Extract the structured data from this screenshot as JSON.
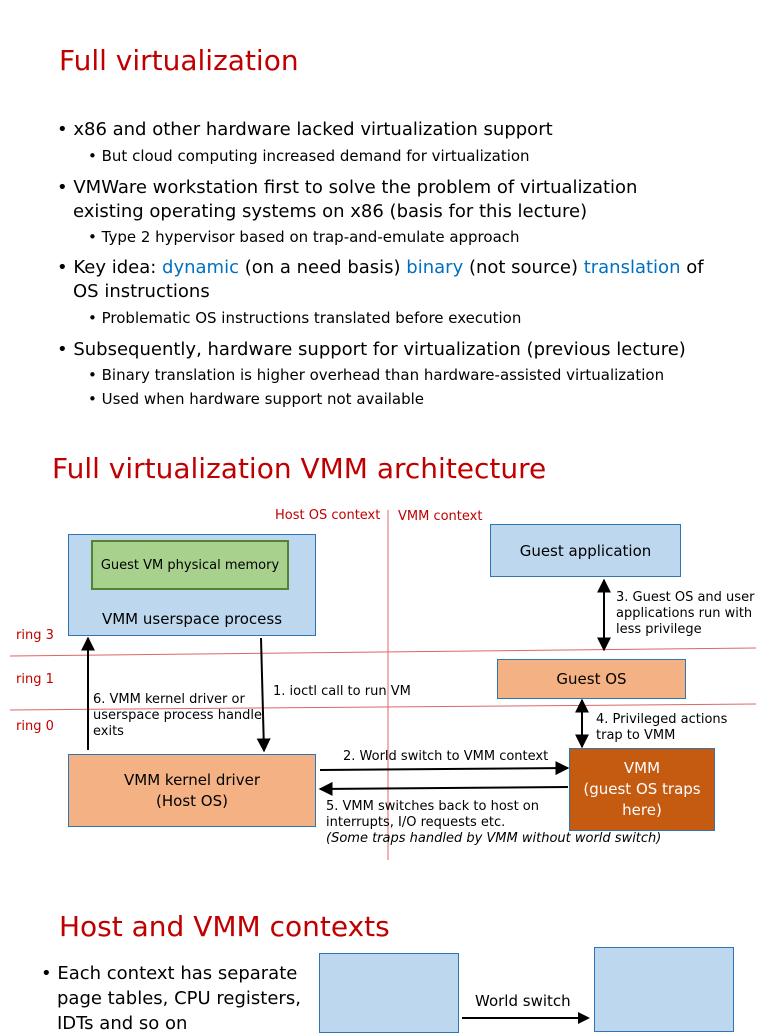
{
  "slide1": {
    "title": "Full virtualization",
    "bullets": [
      {
        "text": "x86 and other hardware lacked virtualization support",
        "subs": [
          "But cloud computing increased demand for virtualization"
        ]
      },
      {
        "line1": "VMWare workstation first to solve the problem of virtualization",
        "line2": "existing operating systems on x86 (basis for this lecture)",
        "subs": [
          "Type 2 hypervisor based on trap-and-emulate approach"
        ]
      },
      {
        "p1": "Key idea: ",
        "k1": "dynamic",
        "p2": " (on a need basis) ",
        "k2": "binary",
        "p3": " (not source) ",
        "k3": "translation",
        "p4": " of",
        "line2": "OS instructions",
        "subs": [
          "Problematic OS instructions translated before execution"
        ]
      },
      {
        "text": "Subsequently, hardware support for virtualization (previous lecture)",
        "subs": [
          "Binary translation is higher overhead than hardware-assisted virtualization",
          "Used when hardware support not available"
        ]
      }
    ]
  },
  "slide2": {
    "title": "Full virtualization VMM architecture",
    "context_host": "Host OS context",
    "context_vmm": "VMM context",
    "rings": [
      "ring 3",
      "ring 1",
      "ring 0"
    ],
    "boxes": {
      "guest_memory": "Guest VM physical memory",
      "userspace": "VMM userspace process",
      "guest_app": "Guest application",
      "guest_os": "Guest OS",
      "kernel_driver_1": "VMM kernel driver",
      "kernel_driver_2": "(Host OS)",
      "vmm_1": "VMM",
      "vmm_2": "(guest OS traps",
      "vmm_3": "here)"
    },
    "steps": {
      "s1": "1. ioctl call to run VM",
      "s2": "2. World switch to VMM context",
      "s3a": "3. Guest OS and user",
      "s3b": "applications run with",
      "s3c": "less privilege",
      "s4a": "4. Privileged actions",
      "s4b": "trap to VMM",
      "s5a": "5. VMM switches back to host on",
      "s5b": "interrupts, I/O requests etc.",
      "s5c": "(Some traps handled by VMM without world switch)",
      "s6a": "6. VMM kernel driver or",
      "s6b": "userspace process handle",
      "s6c": "exits"
    }
  },
  "slide3": {
    "title": "Host and VMM contexts",
    "bullet_1": "Each context has separate",
    "bullet_2": "page tables, CPU registers,",
    "bullet_3": "IDTs and so on",
    "world_switch": "World switch"
  },
  "colors": {
    "title_red": "#c00000",
    "keyword_blue": "#0070c0",
    "box_blue": "#bdd7ee",
    "box_green": "#a9d18e",
    "box_orange": "#f4b183",
    "box_dark_orange": "#c55a11"
  }
}
